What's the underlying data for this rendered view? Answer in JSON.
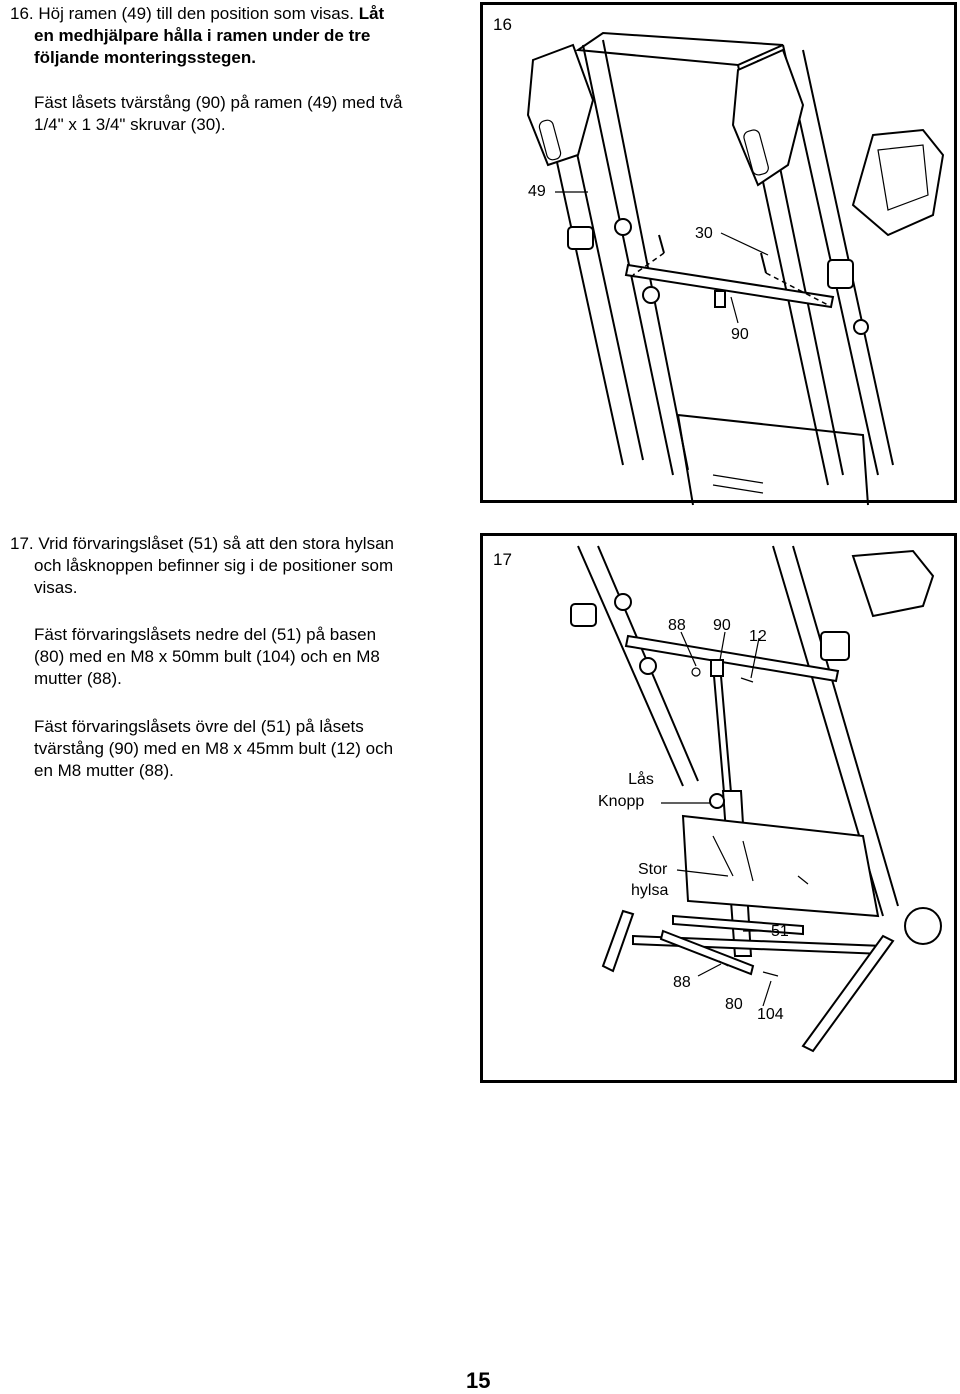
{
  "step16": {
    "number": "16.",
    "line1_plain": "Höj ramen (49) till den position som visas.",
    "line1_bold": "Låt",
    "line2_bold": "en medhjälpare hålla i ramen under de tre",
    "line3_bold": "följande monteringsstegen.",
    "para2_line1": "Fäst låsets tvärstång (90) på ramen (49) med två",
    "para2_line2": "1/4\" x 1 3/4\" skruvar (30).",
    "figure": {
      "label": "16",
      "callouts": {
        "frame": "49",
        "screws": "30",
        "crossbar": "90"
      }
    }
  },
  "step17": {
    "number": "17.",
    "p1_line1": "Vrid förvaringslåset (51) så att den stora hylsan",
    "p1_line2": "och låsknoppen befinner sig i de positioner som",
    "p1_line3": "visas.",
    "p2_line1": "Fäst förvaringslåsets nedre del (51) på basen",
    "p2_line2": "(80) med en M8 x 50mm bult (104) och en M8",
    "p2_line3": "mutter (88).",
    "p3_line1": "Fäst förvaringslåsets övre del (51) på låsets",
    "p3_line2": "tvärstång (90) med en M8 x 45mm bult (12) och",
    "p3_line3": "en M8 mutter (88).",
    "figure": {
      "label": "17",
      "callouts": {
        "nut_top": "88",
        "crossbar": "90",
        "bolt_top": "12",
        "knob_line1": "Lås",
        "knob_line2": "Knopp",
        "sleeve_line1": "Stor",
        "sleeve_line2": "hylsa",
        "lock": "51",
        "nut_bottom": "88",
        "base": "80",
        "bolt_bottom": "104"
      }
    }
  },
  "page_number": "15"
}
